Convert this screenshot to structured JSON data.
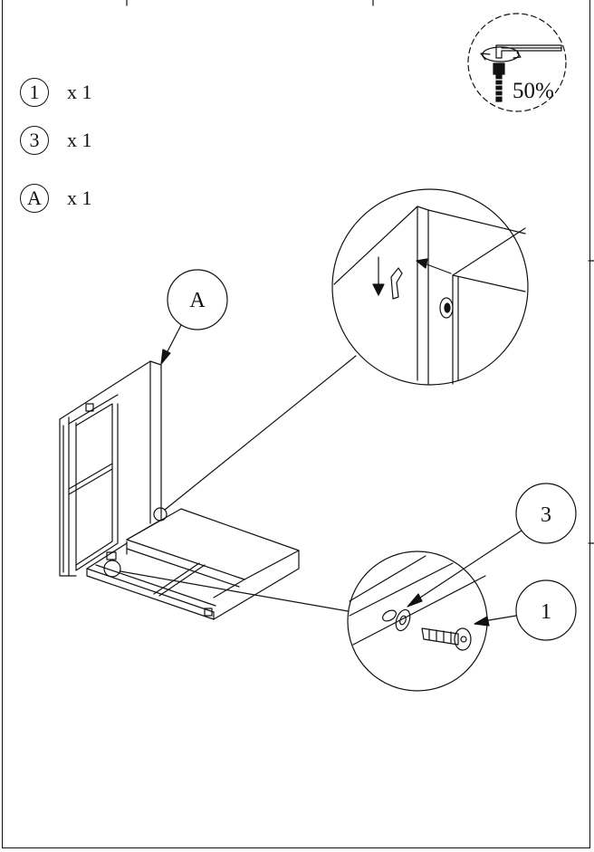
{
  "parts_list": [
    {
      "id": "1",
      "qty": "x 1"
    },
    {
      "id": "3",
      "qty": "x 1"
    },
    {
      "id": "A",
      "qty": "x 1"
    }
  ],
  "tool_badge": {
    "percent": "50%",
    "icon": "allen-key-icon"
  },
  "callouts": {
    "panel": "A",
    "washer": "3",
    "bolt": "1"
  },
  "colors": {
    "ink": "#111111",
    "paper": "#ffffff"
  }
}
